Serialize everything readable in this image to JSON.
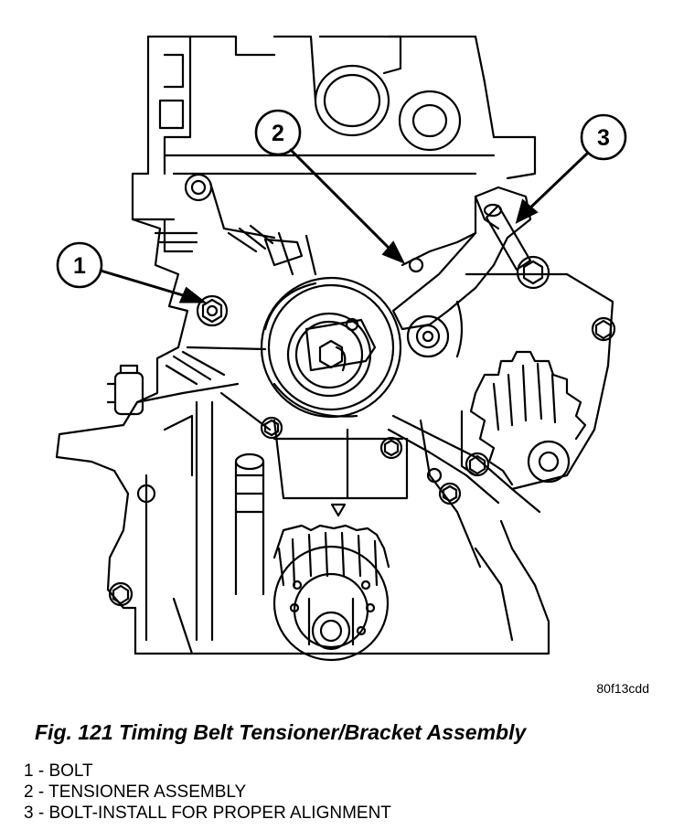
{
  "figure": {
    "caption": "Fig. 121 Timing Belt Tensioner/Bracket Assembly",
    "image_code": "80f13cdd"
  },
  "callouts": [
    {
      "number": "1",
      "text": "1 - BOLT"
    },
    {
      "number": "2",
      "text": "2 - TENSIONER ASSEMBLY"
    },
    {
      "number": "3",
      "text": "3 - BOLT-INSTALL FOR PROPER ALIGNMENT"
    }
  ]
}
